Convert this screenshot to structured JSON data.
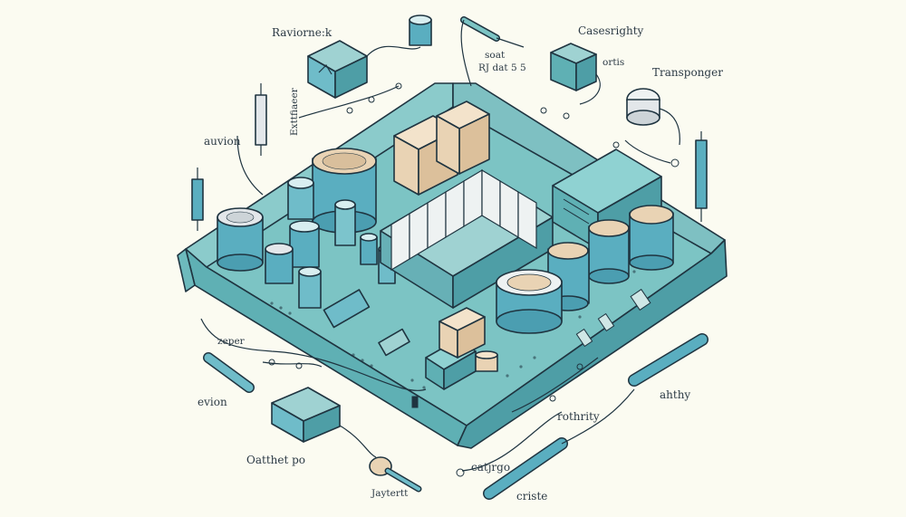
{
  "colors": {
    "background": "#fbfbf1",
    "board": "#7cc4c4",
    "board_dark": "#4e9ea6",
    "board_side": "#5fb0b4",
    "ink": "#1f3440",
    "beige": "#e9d3b4",
    "cap_blue": "#5aaec0"
  },
  "labels": [
    {
      "id": "label-top-left",
      "text": "Raviorne:k"
    },
    {
      "id": "label-top-center-a",
      "text": "soat"
    },
    {
      "id": "label-top-center-b",
      "text": "RJ dat 5 5"
    },
    {
      "id": "label-top-right-a",
      "text": "Casesrighty"
    },
    {
      "id": "label-top-right-b",
      "text": "ortis"
    },
    {
      "id": "label-right",
      "text": "Transponger"
    },
    {
      "id": "label-left-vertical",
      "text": "Exttfiaeer"
    },
    {
      "id": "label-left-mid",
      "text": "auvion"
    },
    {
      "id": "label-bottom-left-a",
      "text": "zeper"
    },
    {
      "id": "label-bottom-left-b",
      "text": "evion"
    },
    {
      "id": "label-bottom-center",
      "text": "Oatthet po"
    },
    {
      "id": "label-bottom-small",
      "text": "Jaytertt"
    },
    {
      "id": "label-bottom-mid-a",
      "text": "catjrgo"
    },
    {
      "id": "label-bottom-mid-b",
      "text": "criste"
    },
    {
      "id": "label-bottom-right-a",
      "text": "rothrity"
    },
    {
      "id": "label-bottom-right-b",
      "text": "ahthy"
    }
  ],
  "icons": [
    "capacitor-icon",
    "probe-icon",
    "relay-module-icon",
    "speaker-dome-icon",
    "connector-icon",
    "chip-icon"
  ]
}
